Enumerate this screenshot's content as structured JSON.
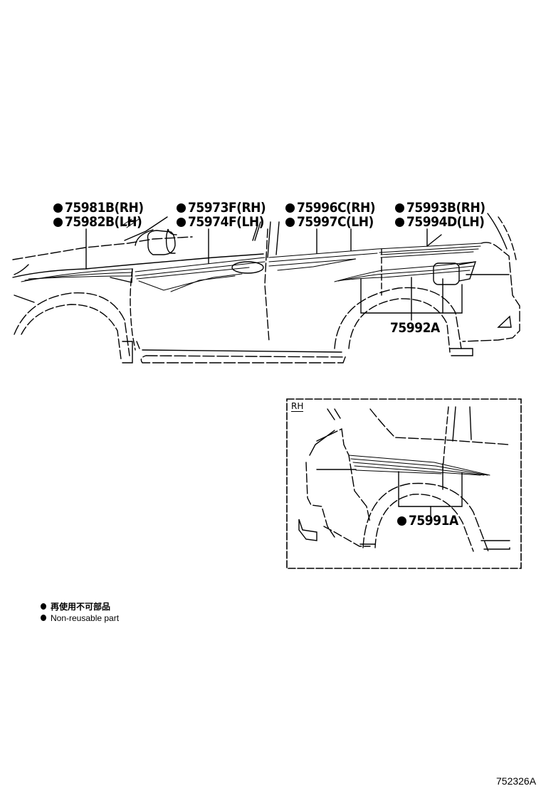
{
  "diagram": {
    "type": "parts-illustration",
    "subject": "Vehicle side body stripe / decal parts"
  },
  "callouts": {
    "front_fender": {
      "rh": "75981B(RH)",
      "lh": "75982B(LH)",
      "non_reusable": true
    },
    "front_door": {
      "rh": "75973F(RH)",
      "lh": "75974F(LH)",
      "non_reusable": true
    },
    "rear_door": {
      "rh": "75996C(RH)",
      "lh": "75997C(LH)",
      "non_reusable": true
    },
    "quarter_upper": {
      "rh": "75993B(RH)",
      "lh": "75994D(LH)",
      "non_reusable": true
    },
    "quarter_lower_lh": {
      "part": "75992A",
      "non_reusable": false
    },
    "quarter_lower_rh": {
      "part": "75991A",
      "non_reusable": true
    }
  },
  "inset": {
    "tag": "RH"
  },
  "legend": {
    "items": [
      {
        "marker": "filled-dot",
        "text": "再使用不可部品"
      },
      {
        "marker": "filled-dot",
        "text": "Non-reusable part"
      }
    ]
  },
  "illustration_code": "752326A",
  "colors": {
    "ink": "#000000",
    "background": "#ffffff"
  }
}
